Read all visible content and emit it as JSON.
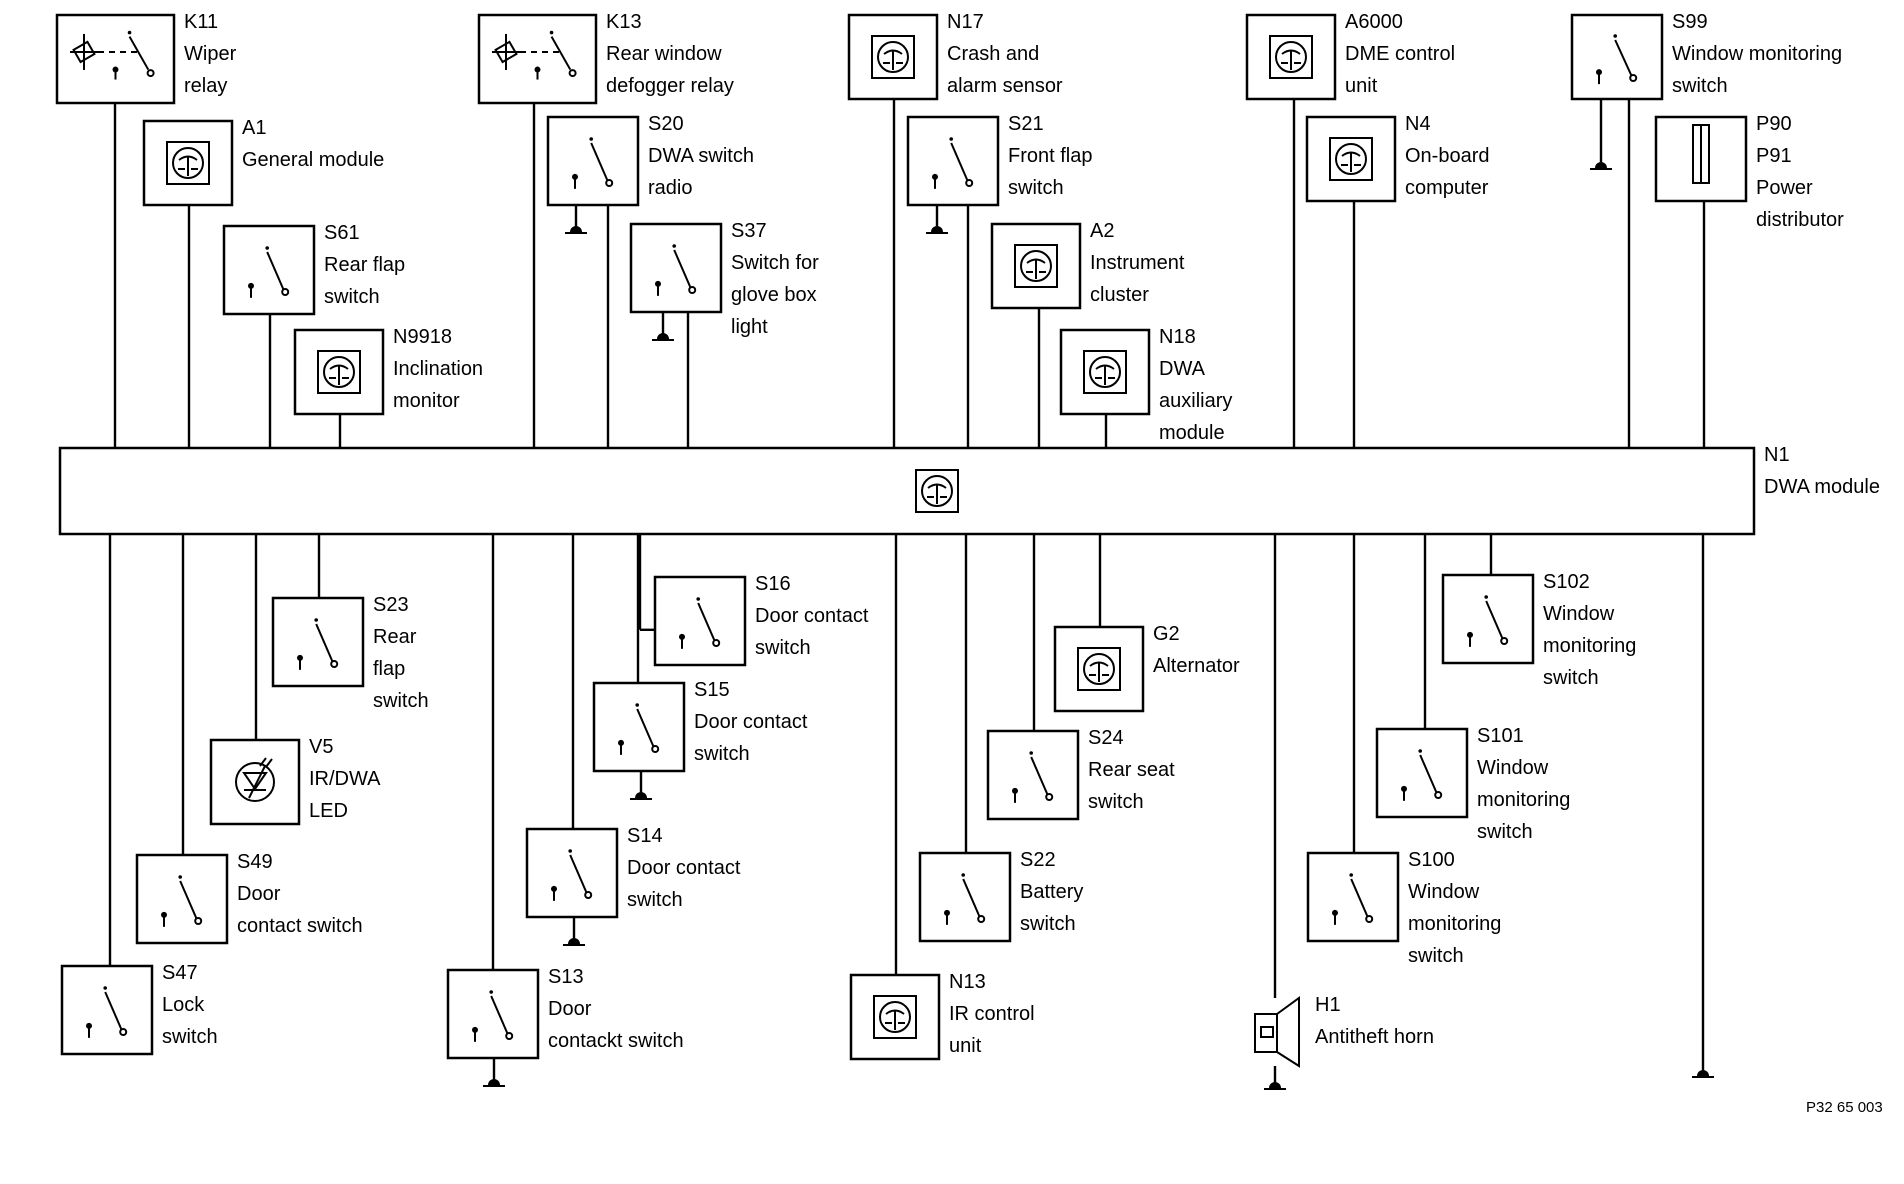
{
  "bus": {
    "id": "N1",
    "name": "DWA module"
  },
  "components": [
    {
      "key": "k11",
      "id": "K11",
      "label": [
        "Wiper",
        "relay"
      ],
      "icon": "relay"
    },
    {
      "key": "k13",
      "id": "K13",
      "label": [
        "Rear window",
        "defogger relay"
      ],
      "icon": "relay"
    },
    {
      "key": "n17",
      "id": "N17",
      "label": [
        "Crash and",
        "alarm sensor"
      ],
      "icon": "module"
    },
    {
      "key": "a6000",
      "id": "A6000",
      "label": [
        "DME control",
        "unit"
      ],
      "icon": "module"
    },
    {
      "key": "s99",
      "id": "S99",
      "label": [
        "Window monitoring",
        "switch"
      ],
      "icon": "switch",
      "ground": true
    },
    {
      "key": "a1",
      "id": "A1",
      "label": [
        "General module"
      ],
      "icon": "module"
    },
    {
      "key": "s20",
      "id": "S20",
      "label": [
        "DWA switch",
        "radio"
      ],
      "icon": "switch",
      "ground": true
    },
    {
      "key": "s21",
      "id": "S21",
      "label": [
        "Front flap",
        "switch"
      ],
      "icon": "switch",
      "ground": true
    },
    {
      "key": "n4",
      "id": "N4",
      "label": [
        "On-board",
        "computer"
      ],
      "icon": "module"
    },
    {
      "key": "p90",
      "id": "P90",
      "label": [
        "P91",
        "Power",
        "distributor"
      ],
      "icon": "fuse"
    },
    {
      "key": "s61",
      "id": "S61",
      "label": [
        "Rear flap",
        "switch"
      ],
      "icon": "switch"
    },
    {
      "key": "s37",
      "id": "S37",
      "label": [
        "Switch for",
        "glove box",
        "light"
      ],
      "icon": "switch",
      "ground": true
    },
    {
      "key": "a2",
      "id": "A2",
      "label": [
        "Instrument",
        "cluster"
      ],
      "icon": "module"
    },
    {
      "key": "n9918",
      "id": "N9918",
      "label": [
        "Inclination",
        "monitor"
      ],
      "icon": "module"
    },
    {
      "key": "n18",
      "id": "N18",
      "label": [
        "DWA",
        "auxiliary",
        "module"
      ],
      "icon": "module"
    },
    {
      "key": "s23",
      "id": "S23",
      "label": [
        "Rear",
        "flap",
        "switch"
      ],
      "icon": "switch"
    },
    {
      "key": "s16",
      "id": "S16",
      "label": [
        "Door contact",
        "switch"
      ],
      "icon": "switch"
    },
    {
      "key": "s15",
      "id": "S15",
      "label": [
        "Door contact",
        "switch"
      ],
      "icon": "switch",
      "ground": true
    },
    {
      "key": "g2",
      "id": "G2",
      "label": [
        "Alternator"
      ],
      "icon": "module"
    },
    {
      "key": "s102",
      "id": "S102",
      "label": [
        "Window",
        "monitoring",
        "switch"
      ],
      "icon": "switch"
    },
    {
      "key": "s24",
      "id": "S24",
      "label": [
        "Rear seat",
        "switch"
      ],
      "icon": "switch"
    },
    {
      "key": "s101",
      "id": "S101",
      "label": [
        "Window",
        "monitoring",
        "switch"
      ],
      "icon": "switch"
    },
    {
      "key": "v5",
      "id": "V5",
      "label": [
        "IR/DWA",
        "LED"
      ],
      "icon": "led"
    },
    {
      "key": "s49",
      "id": "S49",
      "label": [
        "Door",
        "contact switch"
      ],
      "icon": "switch"
    },
    {
      "key": "s14",
      "id": "S14",
      "label": [
        "Door contact",
        "switch"
      ],
      "icon": "switch",
      "ground": true
    },
    {
      "key": "s22",
      "id": "S22",
      "label": [
        "Battery",
        "switch"
      ],
      "icon": "switch"
    },
    {
      "key": "s100",
      "id": "S100",
      "label": [
        "Window",
        "monitoring",
        "switch"
      ],
      "icon": "switch"
    },
    {
      "key": "s47",
      "id": "S47",
      "label": [
        "Lock",
        "switch"
      ],
      "icon": "switch"
    },
    {
      "key": "s13",
      "id": "S13",
      "label": [
        "Door",
        "contackt switch"
      ],
      "icon": "switch",
      "ground": true
    },
    {
      "key": "n13",
      "id": "N13",
      "label": [
        "IR control",
        "unit"
      ],
      "icon": "module"
    },
    {
      "key": "h1",
      "id": "H1",
      "label": [
        "Antitheft horn"
      ],
      "icon": "horn",
      "ground": true
    }
  ],
  "bus_grounds": 1,
  "reference": "P32 65 003"
}
